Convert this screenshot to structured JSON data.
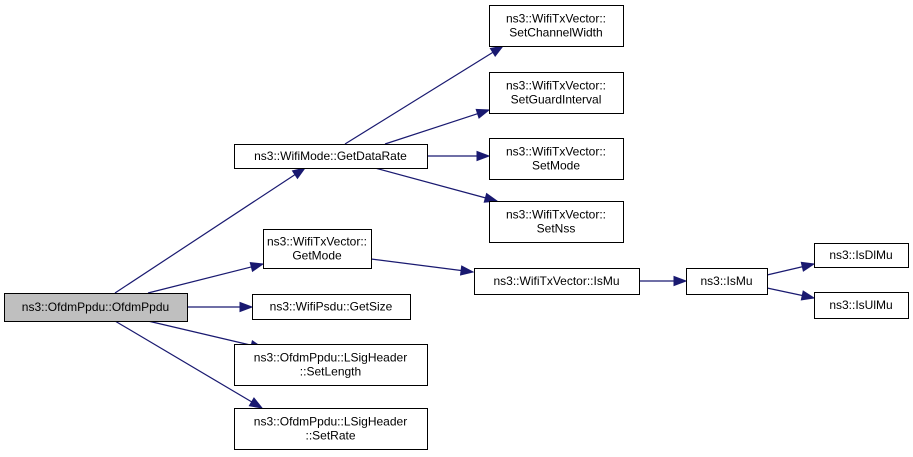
{
  "diagram": {
    "type": "call-graph",
    "edge_color": "#191970",
    "root_fill": "#bfbfbf",
    "node_fill": "#ffffff",
    "nodes": [
      {
        "id": "ofdmppdu",
        "lines": [
          "ns3::OfdmPpdu::OfdmPpdu"
        ],
        "root": true
      },
      {
        "id": "getdatarate",
        "lines": [
          "ns3::WifiMode::GetDataRate"
        ]
      },
      {
        "id": "setchannelwidth",
        "lines": [
          "ns3::WifiTxVector::",
          "SetChannelWidth"
        ]
      },
      {
        "id": "setguardinterval",
        "lines": [
          "ns3::WifiTxVector::",
          "SetGuardInterval"
        ]
      },
      {
        "id": "setmode",
        "lines": [
          "ns3::WifiTxVector::",
          "SetMode"
        ]
      },
      {
        "id": "setnss",
        "lines": [
          "ns3::WifiTxVector::",
          "SetNss"
        ]
      },
      {
        "id": "getmode",
        "lines": [
          "ns3::WifiTxVector::",
          "GetMode"
        ]
      },
      {
        "id": "getsize",
        "lines": [
          "ns3::WifiPsdu::GetSize"
        ]
      },
      {
        "id": "txismu",
        "lines": [
          "ns3::WifiTxVector::IsMu"
        ]
      },
      {
        "id": "ismu",
        "lines": [
          "ns3::IsMu"
        ]
      },
      {
        "id": "isdlmu",
        "lines": [
          "ns3::IsDlMu"
        ]
      },
      {
        "id": "isulmu",
        "lines": [
          "ns3::IsUlMu"
        ]
      },
      {
        "id": "setlength",
        "lines": [
          "ns3::OfdmPpdu::LSigHeader",
          "::SetLength"
        ]
      },
      {
        "id": "setrate",
        "lines": [
          "ns3::OfdmPpdu::LSigHeader",
          "::SetRate"
        ]
      }
    ],
    "edges": [
      {
        "from": "ofdmppdu",
        "to": "getdatarate"
      },
      {
        "from": "ofdmppdu",
        "to": "getmode"
      },
      {
        "from": "ofdmppdu",
        "to": "getsize"
      },
      {
        "from": "ofdmppdu",
        "to": "setlength"
      },
      {
        "from": "ofdmppdu",
        "to": "setrate"
      },
      {
        "from": "getdatarate",
        "to": "setchannelwidth"
      },
      {
        "from": "getdatarate",
        "to": "setguardinterval"
      },
      {
        "from": "getdatarate",
        "to": "setmode"
      },
      {
        "from": "getdatarate",
        "to": "setnss"
      },
      {
        "from": "getmode",
        "to": "txismu"
      },
      {
        "from": "txismu",
        "to": "ismu"
      },
      {
        "from": "ismu",
        "to": "isdlmu"
      },
      {
        "from": "ismu",
        "to": "isulmu"
      }
    ]
  }
}
